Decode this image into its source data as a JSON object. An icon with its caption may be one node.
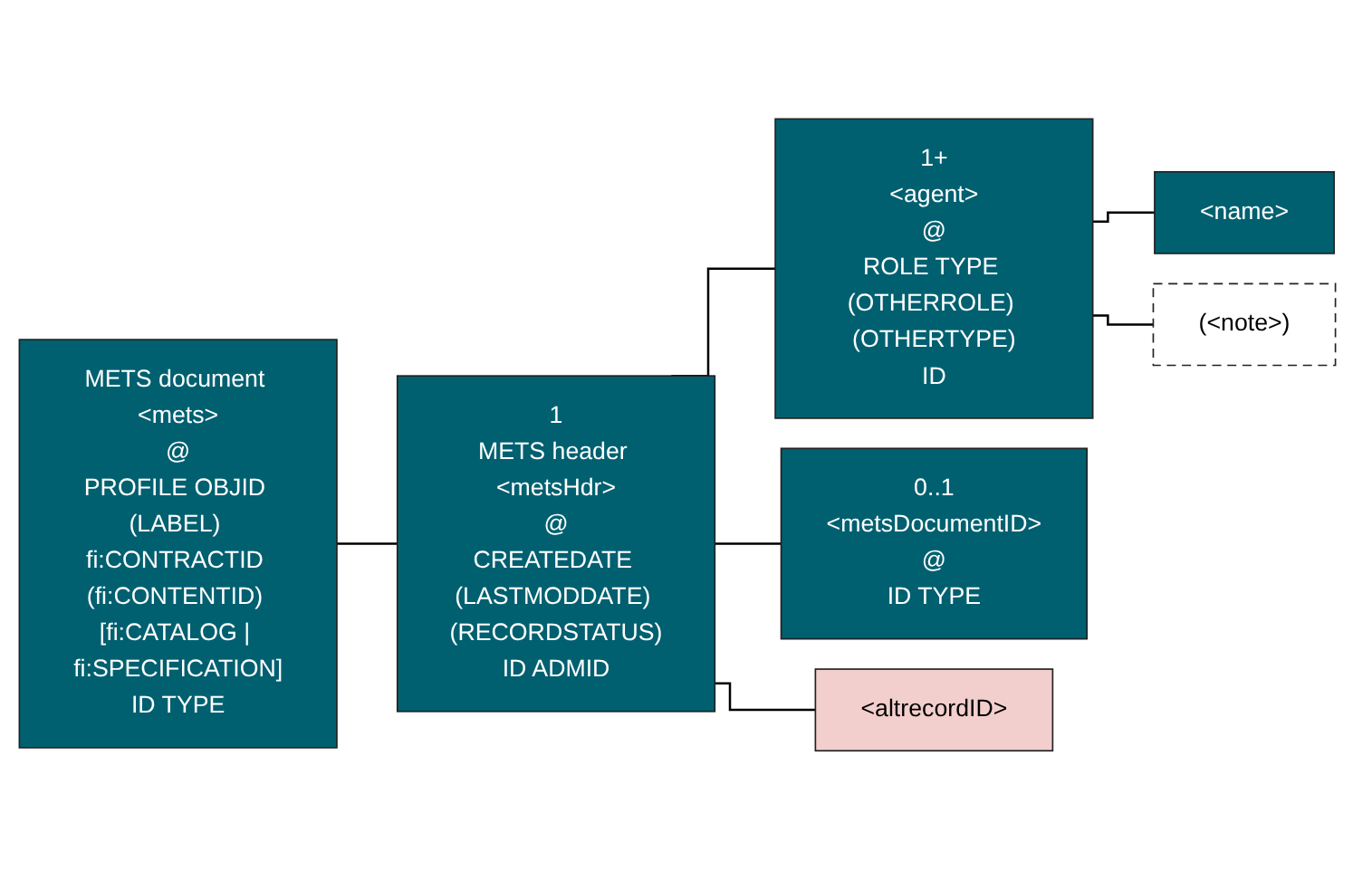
{
  "diagram": {
    "nodes": [
      {
        "text": [
          "METS document <mets>",
          "@",
          "PROFILE OBJID (LABEL) fi:CONTRACTID (fi:CONTENTID) [fi:CATALOG | fi:SPECIFICATION]",
          "ID TYPE"
        ]
      },
      {
        "text": [
          "1",
          "METS header <metsHdr>",
          "@",
          "CREATEDATE (LASTMODDATE) (RECORDSTATUS)",
          "ID ADMID"
        ]
      },
      {
        "text": [
          "1+",
          "<agent>",
          "@",
          "ROLE TYPE (OTHERROLE) (OTHERTYPE)",
          "ID"
        ]
      },
      {
        "text": [
          "0..1",
          "<metsDocumentID>",
          "@",
          "ID TYPE"
        ]
      },
      {
        "text": [
          "<altrecordID>"
        ]
      },
      {
        "text": [
          "<name>"
        ]
      },
      {
        "text": [
          "(<note>)"
        ]
      }
    ],
    "edges": [
      {
        "from": 0,
        "to": 1,
        "arrow": "none"
      },
      {
        "from": 1,
        "to": 2,
        "arrow": "none"
      },
      {
        "from": 1,
        "to": 3,
        "arrow": "none"
      },
      {
        "from": 1,
        "to": 4,
        "arrow": "none"
      },
      {
        "from": 2,
        "to": 5,
        "arrow": "none"
      },
      {
        "from": 2,
        "to": 6,
        "arrow": "none"
      }
    ]
  }
}
